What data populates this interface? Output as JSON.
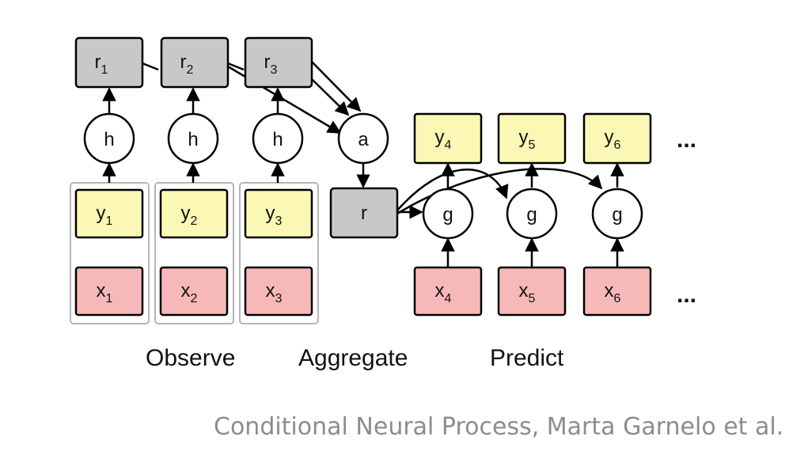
{
  "colors": {
    "r_box": "#c8c8c8",
    "y_box": "#fbf8b5",
    "x_box": "#f6b8b8",
    "stroke": "#000000",
    "group_border": "#b5b5b5"
  },
  "observe": [
    {
      "x": {
        "base": "x",
        "sub": "1"
      },
      "y": {
        "base": "y",
        "sub": "1"
      },
      "h": "h",
      "r": {
        "base": "r",
        "sub": "1"
      }
    },
    {
      "x": {
        "base": "x",
        "sub": "2"
      },
      "y": {
        "base": "y",
        "sub": "2"
      },
      "h": "h",
      "r": {
        "base": "r",
        "sub": "2"
      }
    },
    {
      "x": {
        "base": "x",
        "sub": "3"
      },
      "y": {
        "base": "y",
        "sub": "3"
      },
      "h": "h",
      "r": {
        "base": "r",
        "sub": "3"
      }
    }
  ],
  "aggregate": {
    "a": "a",
    "r": "r"
  },
  "predict": [
    {
      "x": {
        "base": "x",
        "sub": "4"
      },
      "y": {
        "base": "y",
        "sub": "4"
      },
      "g": "g"
    },
    {
      "x": {
        "base": "x",
        "sub": "5"
      },
      "y": {
        "base": "y",
        "sub": "5"
      },
      "g": "g"
    },
    {
      "x": {
        "base": "x",
        "sub": "6"
      },
      "y": {
        "base": "y",
        "sub": "6"
      },
      "g": "g"
    }
  ],
  "ellipsis": "...",
  "labels": {
    "observe": "Observe",
    "aggregate": "Aggregate",
    "predict": "Predict"
  },
  "caption": "Conditional Neural Process, Marta Garnelo et al."
}
